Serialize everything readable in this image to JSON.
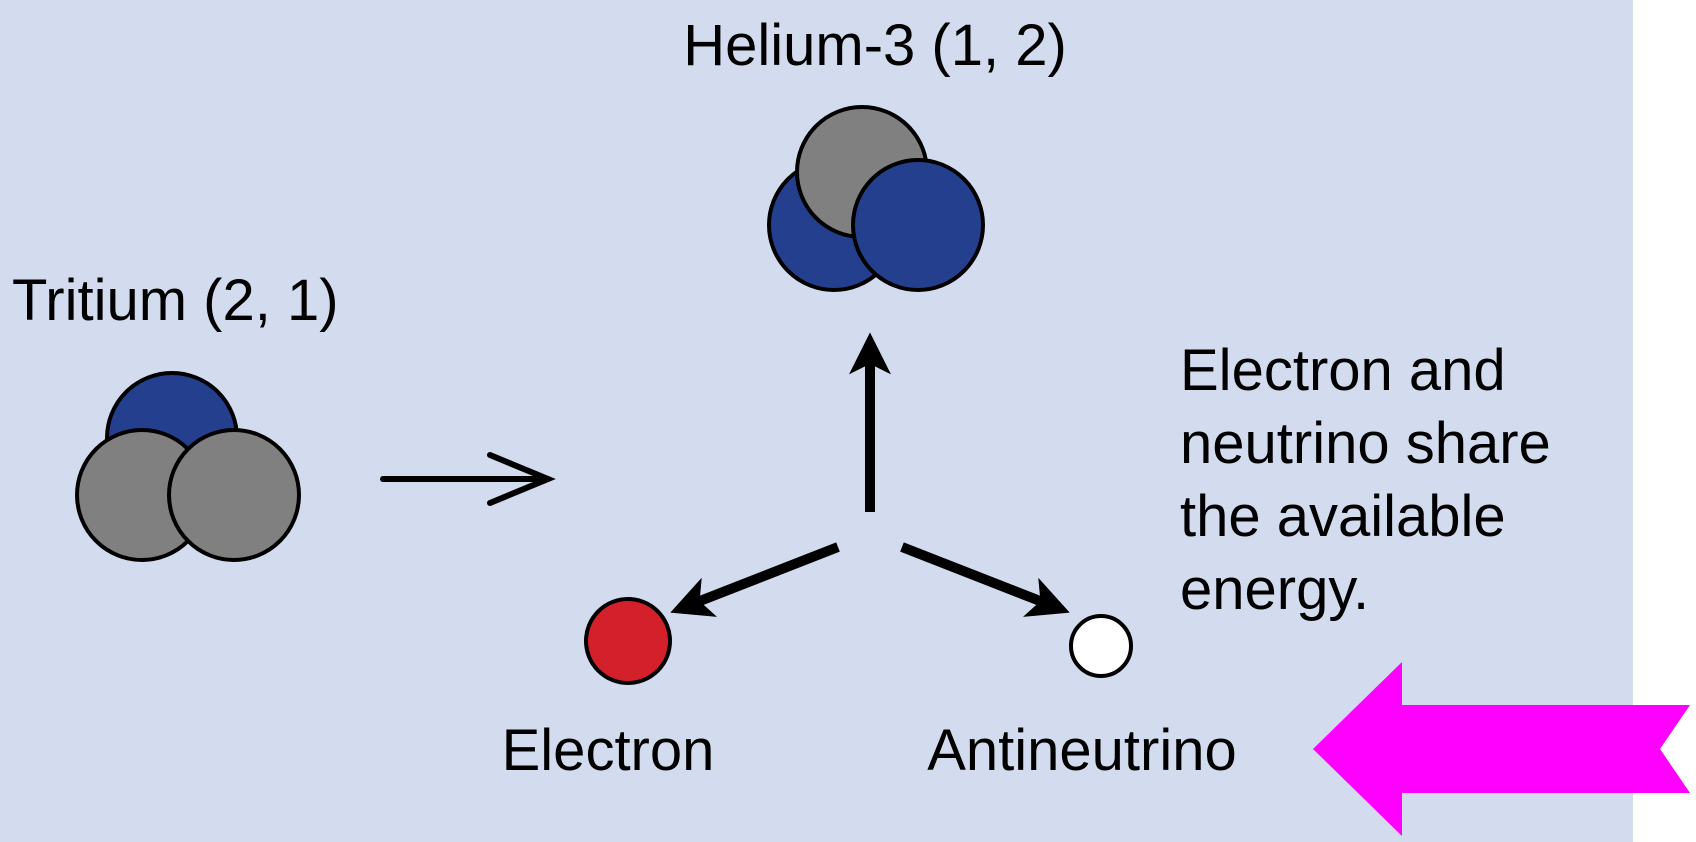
{
  "labels": {
    "tritium": "Tritium (2, 1)",
    "helium3": "Helium-3 (1, 2)",
    "electron": "Electron",
    "antineutrino": "Antineutrino",
    "note_lines": [
      "Electron and",
      "neutrino share",
      "the available",
      "energy."
    ]
  },
  "colors": {
    "background": "#d2dcee",
    "proton": "#233f8e",
    "neutron": "#808080",
    "electron": "#d4202a",
    "antineutrino": "#ffffff",
    "pointer": "#ff00ff",
    "outline": "#000000"
  },
  "icons": {
    "pointer": "magenta-pointer-arrow-icon"
  }
}
